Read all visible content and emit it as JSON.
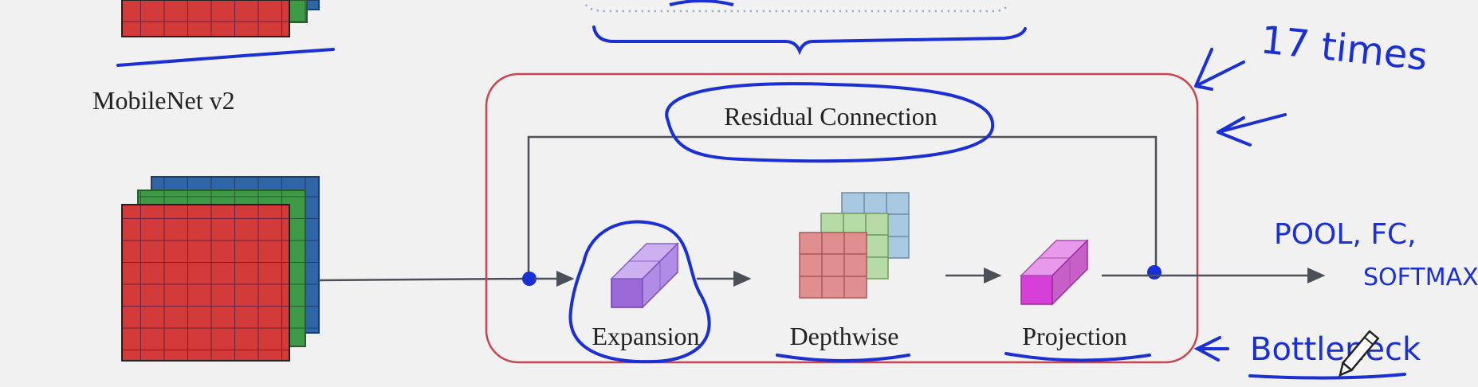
{
  "model_title": "MobileNet v2",
  "block": {
    "residual_label": "Residual Connection",
    "stage_labels": {
      "expansion": "Expansion",
      "depthwise": "Depthwise",
      "projection": "Projection"
    }
  },
  "annotations": {
    "repeat": "17 times",
    "head_line1": "POOL, FC,",
    "head_line2": "SOFTMAX",
    "bottleneck": "Bottleneck"
  },
  "colors": {
    "red_grid": "#d33a3a",
    "green_grid": "#3f9a45",
    "blue_grid": "#2f66a8",
    "block_border": "#c9444f",
    "ink": "#1a2fd6",
    "purple": "#9b6ad8",
    "magenta": "#d640d8"
  }
}
